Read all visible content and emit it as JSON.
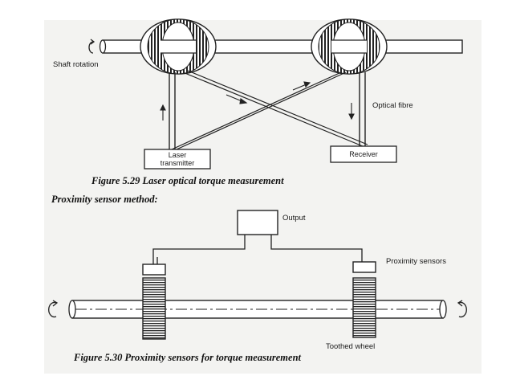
{
  "figure1": {
    "labels": {
      "shaft_rotation": "Shaft rotation",
      "optical_fibre": "Optical fibre",
      "laser_transmitter_line1": "Laser",
      "laser_transmitter_line2": "transmitter",
      "receiver": "Receiver"
    },
    "caption": "Figure 5.29 Laser optical torque measurement"
  },
  "section_heading": "Proximity sensor method:",
  "figure2": {
    "labels": {
      "output": "Output",
      "proximity_sensors": "Proximity sensors",
      "toothed_wheel": "Toothed wheel"
    },
    "caption": "Figure 5.30 Proximity sensors for torque measurement"
  }
}
